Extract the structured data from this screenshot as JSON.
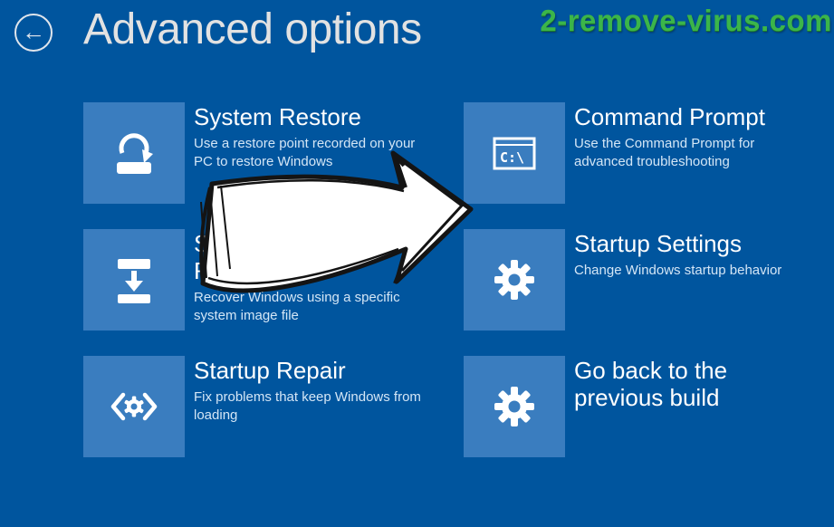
{
  "header": {
    "title": "Advanced options",
    "watermark": "2-remove-virus.com"
  },
  "icons": {
    "back_arrow_glyph": "←",
    "command_prompt_glyph": "C:\\"
  },
  "tiles": [
    {
      "title": "System Restore",
      "description": "Use a restore point recorded on your PC to restore Windows"
    },
    {
      "title": "Command Prompt",
      "description": "Use the Command Prompt for advanced troubleshooting"
    },
    {
      "title": "System Image Recovery",
      "description": "Recover Windows using a specific system image file"
    },
    {
      "title": "Startup Settings",
      "description": "Change Windows startup behavior"
    },
    {
      "title": "Startup Repair",
      "description": "Fix problems that keep Windows from loading"
    },
    {
      "title": "Go back to the previous build"
    }
  ],
  "colors": {
    "background": "#00559e",
    "tile_square": "#3a7dbf",
    "title_text": "#e2e2e2",
    "heading_text": "#ffffff",
    "description_text": "#d4e6f6",
    "watermark_green": "#3bb54a",
    "arrow_fill": "#ffffff",
    "arrow_outline": "#141414"
  }
}
